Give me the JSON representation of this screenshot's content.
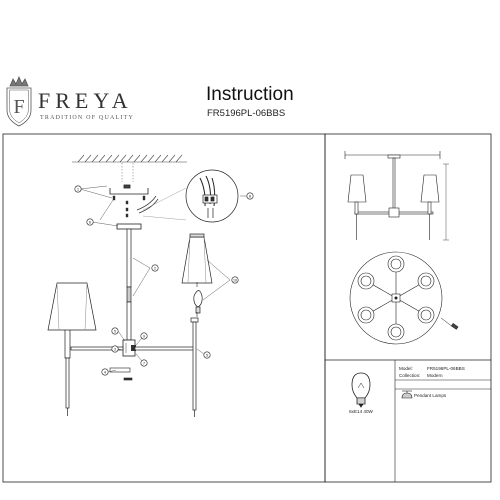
{
  "brand": {
    "name": "FREYA",
    "tagline": "TRADITION OF QUALITY",
    "logo_icon": "crowned-monogram-f-icon"
  },
  "document": {
    "title": "Instruction",
    "model_code": "FR5196PL-06BBS"
  },
  "callouts": [
    "1",
    "2",
    "3",
    "4",
    "5",
    "6",
    "7",
    "8",
    "9",
    "10"
  ],
  "info_table": {
    "model_label": "Model:",
    "model_value": "FR5196PL-06BBS",
    "collection_label": "Collection:",
    "collection_value": "Modern",
    "lamp_spec": "6xE14 40W",
    "type_value": "Pendant Lamps",
    "bulb_icon": "light-bulb-icon",
    "type_icon": "pendant-lamp-icon"
  }
}
